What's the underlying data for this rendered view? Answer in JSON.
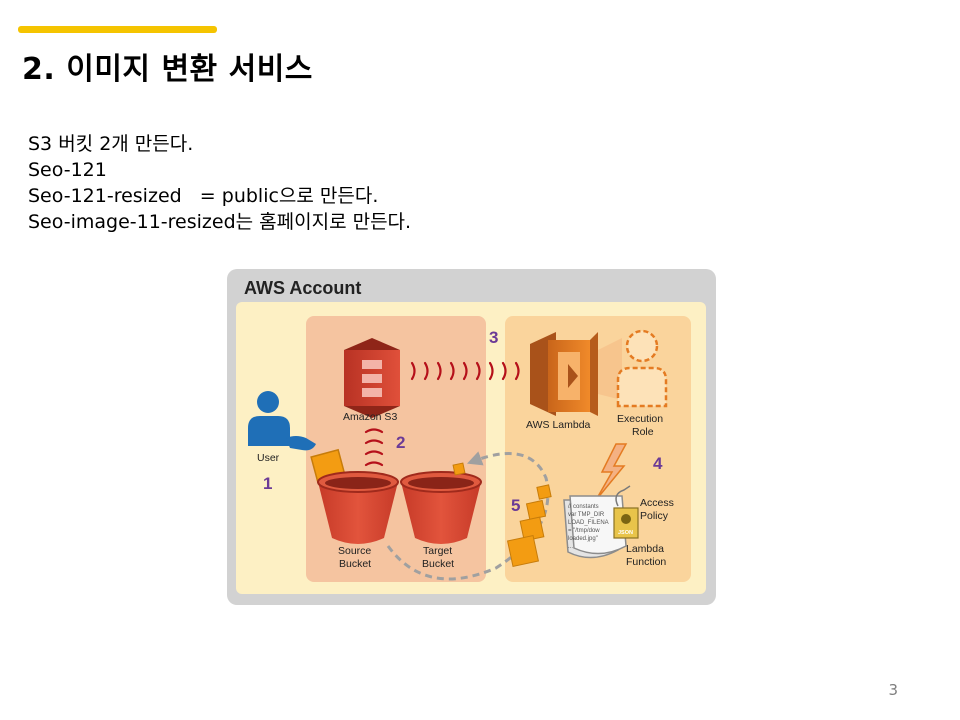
{
  "slide": {
    "title": "2. 이미지 변환 서비스",
    "body_lines": [
      "S3 버킷 2개 만든다.",
      "Seo-121",
      "Seo-121-resized   = public으로 만든다.",
      "Seo-image-11-resized는 홈페이지로 만든다."
    ],
    "page_number": "3"
  },
  "diagram": {
    "title": "AWS Account",
    "labels": {
      "user": "User",
      "amazon_s3": "Amazon S3",
      "aws_lambda": "AWS Lambda",
      "execution_role": [
        "Execution",
        "Role"
      ],
      "source_bucket": [
        "Source",
        "Bucket"
      ],
      "target_bucket": [
        "Target",
        "Bucket"
      ],
      "access_policy": [
        "Access",
        "Policy"
      ],
      "lambda_function": [
        "Lambda",
        "Function"
      ],
      "json_badge": "JSON"
    },
    "steps": [
      "1",
      "2",
      "3",
      "4",
      "5"
    ],
    "code_lines": [
      "// constants",
      "var TMP_DIR",
      "LOAD_FILENA",
      "= \"/tmp/dow",
      "loaded.jpg\"",
      "..."
    ],
    "colors": {
      "accent_bar": "#f5c400",
      "account_frame": "#d2d2d2",
      "inner_panel": "#fdf0c4",
      "s3_region": "#f5c4a0",
      "lambda_region": "#fad49c",
      "s3_red": "#d9452f",
      "lambda_orange": "#e47b22",
      "user_blue": "#1f6fb7",
      "step_purple": "#6b3a96",
      "object_orange": "#f39c12"
    }
  }
}
